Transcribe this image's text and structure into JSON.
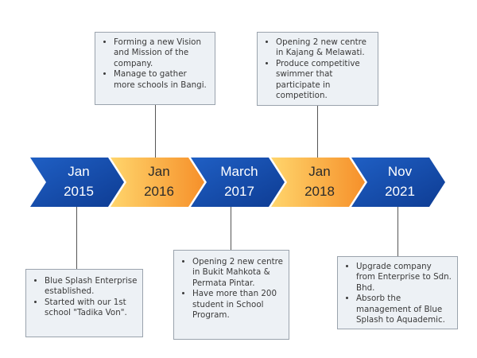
{
  "colors": {
    "blue_light": "#1a56b8",
    "blue_dark": "#0e3d96",
    "orange_light": "#ffd36a",
    "orange_dark": "#f7932a",
    "text_on_blue": "#ffffff",
    "text_on_orange": "#2b2b2b",
    "box_fill": "#edf1f5",
    "box_border": "#9aa3ad",
    "connector": "#555555"
  },
  "milestones": [
    {
      "month": "Jan",
      "year": "2015",
      "color": "blue"
    },
    {
      "month": "Jan",
      "year": "2016",
      "color": "orange"
    },
    {
      "month": "March",
      "year": "2017",
      "color": "blue"
    },
    {
      "month": "Jan",
      "year": "2018",
      "color": "orange"
    },
    {
      "month": "Nov",
      "year": "2021",
      "color": "blue"
    }
  ],
  "notes": [
    {
      "milestone": "Jan 2015",
      "items": [
        "Blue Splash Enterprise established.",
        "Started with our 1st school \"Tadika Von\"."
      ]
    },
    {
      "milestone": "Jan 2016",
      "items": [
        "Forming a new Vision and Mission of the company.",
        "Manage to gather more schools in Bangi."
      ]
    },
    {
      "milestone": "March 2017",
      "items": [
        "Opening 2 new centre in Bukit Mahkota & Permata Pintar.",
        "Have more than 200 student in School Program."
      ]
    },
    {
      "milestone": "Jan 2018",
      "items": [
        "Opening 2 new centre in Kajang & Melawati.",
        "Produce competitive swimmer that participate in competition."
      ]
    },
    {
      "milestone": "Nov 2021",
      "items": [
        "Upgrade company from Enterprise to Sdn. Bhd.",
        "Absorb the management of Blue Splash to Aquademic."
      ]
    }
  ]
}
